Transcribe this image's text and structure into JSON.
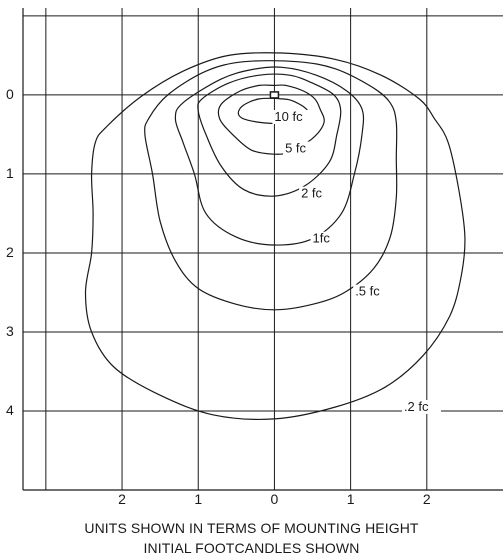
{
  "chart_data": {
    "type": "contour",
    "title": "",
    "captions": [
      "UNITS SHOWN IN TERMS OF MOUNTING HEIGHT",
      "INITIAL FOOTCANDLES SHOWN"
    ],
    "x_ticks": [
      {
        "value": -2,
        "label": "2"
      },
      {
        "value": -1,
        "label": "1"
      },
      {
        "value": 0,
        "label": "0"
      },
      {
        "value": 1,
        "label": "1"
      },
      {
        "value": 2,
        "label": "2"
      }
    ],
    "y_ticks": [
      {
        "value": 0,
        "label": "0"
      },
      {
        "value": 1,
        "label": "1"
      },
      {
        "value": 2,
        "label": "2"
      },
      {
        "value": 3,
        "label": "3"
      },
      {
        "value": 4,
        "label": "4"
      }
    ],
    "xlim": [
      -3.3,
      3.0
    ],
    "ylim": [
      -1.1,
      5.0
    ],
    "y_inverted": true,
    "grid": true,
    "luminaire": {
      "x": 0,
      "y": 0
    },
    "contours": [
      {
        "label": "10 fc",
        "label_at": [
          0.0,
          0.33
        ],
        "points": [
          [
            0.1,
            0.05
          ],
          [
            0.25,
            0.08
          ],
          [
            0.42,
            0.18
          ],
          [
            0.45,
            0.28
          ],
          [
            0.35,
            0.32
          ],
          [
            0.0,
            0.36
          ],
          [
            -0.35,
            0.32
          ],
          [
            -0.47,
            0.25
          ],
          [
            -0.42,
            0.14
          ],
          [
            -0.2,
            0.05
          ]
        ]
      },
      {
        "label": "5 fc",
        "label_at": [
          0.14,
          0.73
        ],
        "points": [
          [
            0.15,
            -0.12
          ],
          [
            0.38,
            -0.05
          ],
          [
            0.53,
            0.05
          ],
          [
            0.6,
            0.18
          ],
          [
            0.65,
            0.35
          ],
          [
            0.5,
            0.55
          ],
          [
            0.2,
            0.72
          ],
          [
            0.0,
            0.75
          ],
          [
            -0.3,
            0.7
          ],
          [
            -0.55,
            0.5
          ],
          [
            -0.72,
            0.3
          ],
          [
            -0.7,
            0.12
          ],
          [
            -0.45,
            -0.05
          ],
          [
            -0.2,
            -0.12
          ],
          [
            0.0,
            -0.12
          ]
        ]
      },
      {
        "label": "2 fc",
        "label_at": [
          0.35,
          1.3
        ],
        "points": [
          [
            0.2,
            -0.25
          ],
          [
            0.5,
            -0.15
          ],
          [
            0.78,
            0.0
          ],
          [
            0.87,
            0.2
          ],
          [
            0.82,
            0.5
          ],
          [
            0.72,
            0.85
          ],
          [
            0.4,
            1.15
          ],
          [
            0.0,
            1.28
          ],
          [
            -0.4,
            1.2
          ],
          [
            -0.7,
            0.9
          ],
          [
            -0.9,
            0.5
          ],
          [
            -1.0,
            0.2
          ],
          [
            -0.95,
            0.05
          ],
          [
            -0.6,
            -0.15
          ],
          [
            -0.2,
            -0.25
          ]
        ]
      },
      {
        "label": "1fc",
        "label_at": [
          0.5,
          1.87
        ],
        "points": [
          [
            0.1,
            -0.35
          ],
          [
            0.55,
            -0.25
          ],
          [
            0.95,
            -0.05
          ],
          [
            1.15,
            0.18
          ],
          [
            1.15,
            0.5
          ],
          [
            1.05,
            1.0
          ],
          [
            0.88,
            1.5
          ],
          [
            0.5,
            1.82
          ],
          [
            0.0,
            1.9
          ],
          [
            -0.5,
            1.8
          ],
          [
            -0.9,
            1.5
          ],
          [
            -1.05,
            1.0
          ],
          [
            -1.2,
            0.6
          ],
          [
            -1.3,
            0.3
          ],
          [
            -1.2,
            0.1
          ],
          [
            -0.7,
            -0.2
          ],
          [
            -0.3,
            -0.32
          ]
        ]
      },
      {
        "label": ".5 fc",
        "label_at": [
          1.06,
          2.54
        ],
        "points": [
          [
            0.3,
            -0.42
          ],
          [
            0.8,
            -0.33
          ],
          [
            1.28,
            -0.1
          ],
          [
            1.52,
            0.1
          ],
          [
            1.6,
            0.35
          ],
          [
            1.6,
            0.8
          ],
          [
            1.6,
            1.3
          ],
          [
            1.52,
            1.8
          ],
          [
            1.3,
            2.2
          ],
          [
            0.92,
            2.5
          ],
          [
            0.5,
            2.65
          ],
          [
            0.0,
            2.72
          ],
          [
            -0.5,
            2.65
          ],
          [
            -1.0,
            2.45
          ],
          [
            -1.3,
            2.1
          ],
          [
            -1.5,
            1.6
          ],
          [
            -1.6,
            1.0
          ],
          [
            -1.7,
            0.5
          ],
          [
            -1.65,
            0.3
          ],
          [
            -1.4,
            0.0
          ],
          [
            -0.9,
            -0.3
          ],
          [
            -0.4,
            -0.42
          ]
        ]
      },
      {
        "label": ".2 fc",
        "label_at": [
          1.7,
          4.0
        ],
        "points": [
          [
            0.1,
            -0.53
          ],
          [
            0.8,
            -0.45
          ],
          [
            1.4,
            -0.25
          ],
          [
            1.9,
            0.05
          ],
          [
            2.1,
            0.3
          ],
          [
            2.28,
            0.6
          ],
          [
            2.42,
            1.2
          ],
          [
            2.5,
            1.8
          ],
          [
            2.45,
            2.3
          ],
          [
            2.3,
            2.8
          ],
          [
            1.95,
            3.3
          ],
          [
            1.45,
            3.7
          ],
          [
            0.8,
            3.95
          ],
          [
            0.0,
            4.1
          ],
          [
            -0.8,
            4.05
          ],
          [
            -1.5,
            3.8
          ],
          [
            -2.1,
            3.45
          ],
          [
            -2.4,
            3.0
          ],
          [
            -2.48,
            2.5
          ],
          [
            -2.4,
            2.0
          ],
          [
            -2.38,
            1.5
          ],
          [
            -2.4,
            1.0
          ],
          [
            -2.35,
            0.6
          ],
          [
            -2.2,
            0.4
          ],
          [
            -1.75,
            0.02
          ],
          [
            -1.2,
            -0.3
          ],
          [
            -0.6,
            -0.5
          ]
        ]
      }
    ]
  }
}
